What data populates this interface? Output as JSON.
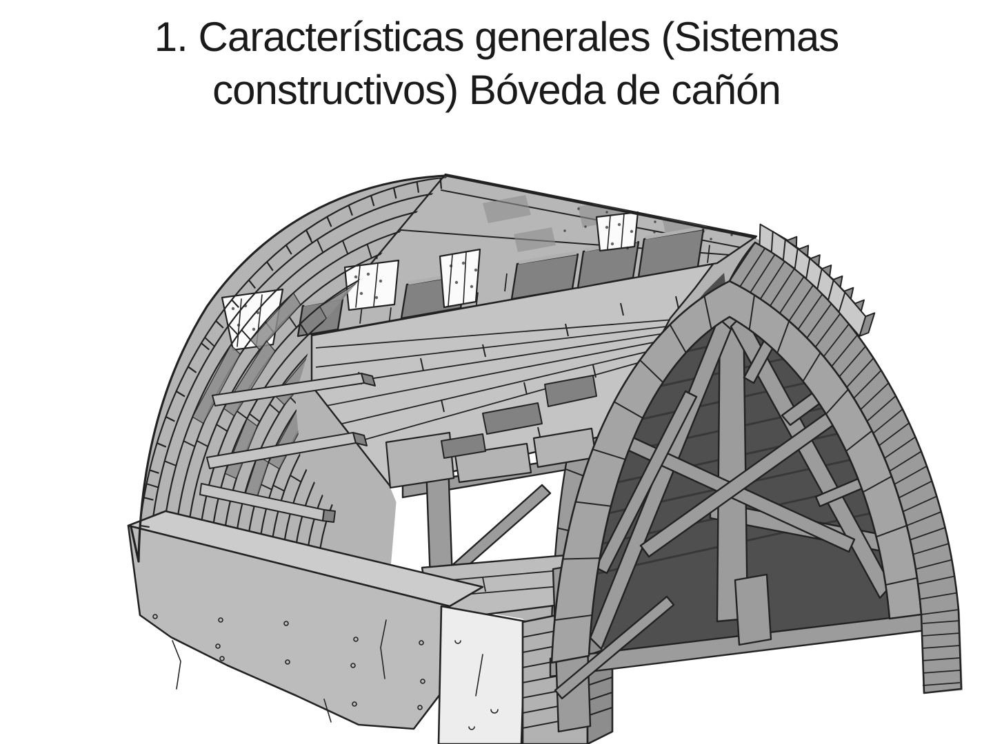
{
  "slide": {
    "title": {
      "line1": "1. Características generales (Sistemas",
      "line2": "constructivos) Bóveda de cañón"
    }
  },
  "figure": {
    "name": "barrel-vault-construction-illustration"
  },
  "colors": {
    "background": "#ffffff",
    "title": "#1a1a1a",
    "ink": "#222222",
    "shell": "#b4b4b4",
    "strip": "#b7b7b7",
    "plank": "#c4c4c4",
    "plank2": "#bdbdbd",
    "brick_dark": "#828282",
    "brick_patch": "#8e8e8e",
    "member": "#9c9c9c",
    "rim": "#a4a4a4",
    "ring": "#9b9b9b",
    "interior": "#4f4f4f",
    "interior_seam": "#383838",
    "foundation_front": "#bcbcbc",
    "foundation_top": "#cccccc",
    "stone": "#ededed",
    "pillar_front": "#b2b2b2",
    "pillar_side": "#8d8d8d",
    "step_brick": "#c9c9c9",
    "step_brick_side": "#8e8e8e",
    "white_patch": "#fbfbfb"
  }
}
